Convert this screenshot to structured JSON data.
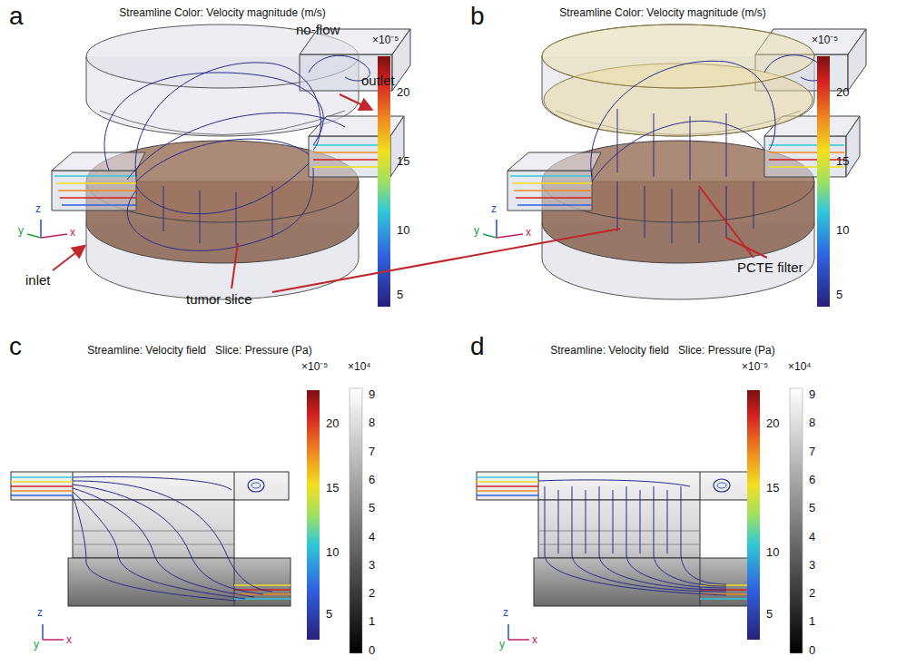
{
  "diagram": {
    "labels": [
      "a",
      "Streamline Color: Velocity magnitude (m/s)",
      "no-flow",
      "outlet",
      "inlet",
      "tumor slice",
      "×10⁻⁵",
      "20",
      "15",
      "10",
      "5",
      "y",
      "z",
      "x",
      "b",
      "Streamline Color: Velocity magnitude (m/s)",
      "PCTE filter",
      "×10⁻⁵",
      "20",
      "15",
      "10",
      "5",
      "y",
      "z",
      "x",
      "c",
      "Streamline: Velocity field   Slice: Pressure (Pa)",
      "×10⁻⁵",
      "20",
      "15",
      "10",
      "5",
      "×10⁴",
      "9",
      "8",
      "7",
      "6",
      "5",
      "4",
      "3",
      "2",
      "1",
      "0",
      "z",
      "y",
      "x",
      "d",
      "Streamline: Velocity field   Slice: Pressure (Pa)",
      "×10⁻⁵",
      "20",
      "15",
      "10",
      "5",
      "×10⁴",
      "9",
      "8",
      "7",
      "6",
      "5",
      "4",
      "3",
      "2",
      "1",
      "0",
      "z",
      "y",
      "x"
    ]
  }
}
